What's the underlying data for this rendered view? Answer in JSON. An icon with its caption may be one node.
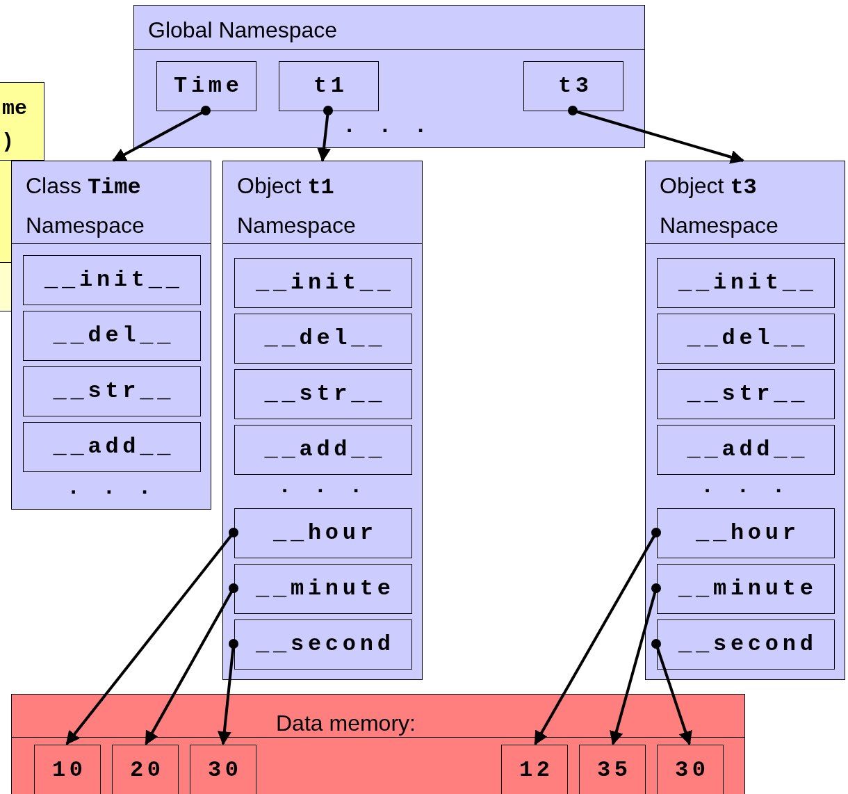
{
  "diagram": {
    "nodes": [
      {
        "text": [
          "me",
          ")"
        ]
      },
      {
        "text": [
          "Global Namespace"
        ]
      },
      {
        "text": [
          "Time"
        ],
        "in": 1
      },
      {
        "text": [
          "t1"
        ],
        "in": 1
      },
      {
        "text": [
          "t3"
        ],
        "in": 1
      },
      {
        "text": [
          "Class **Time** Namespace"
        ]
      },
      {
        "text": [
          "__init__"
        ],
        "in": 5
      },
      {
        "text": [
          "__del__"
        ],
        "in": 5
      },
      {
        "text": [
          "__str__"
        ],
        "in": 5
      },
      {
        "text": [
          "__add__"
        ],
        "in": 5
      },
      {
        "text": [
          "Object **t1** Namespace"
        ]
      },
      {
        "text": [
          "__init__"
        ],
        "in": 10
      },
      {
        "text": [
          "__del__"
        ],
        "in": 10
      },
      {
        "text": [
          "__str__"
        ],
        "in": 10
      },
      {
        "text": [
          "__add__"
        ],
        "in": 10
      },
      {
        "text": [
          "__hour"
        ],
        "in": 10
      },
      {
        "text": [
          "__minute"
        ],
        "in": 10
      },
      {
        "text": [
          "__second"
        ],
        "in": 10
      },
      {
        "text": [
          "Object **t3** Namespace"
        ]
      },
      {
        "text": [
          "__init__"
        ],
        "in": 18
      },
      {
        "text": [
          "__del__"
        ],
        "in": 18
      },
      {
        "text": [
          "__str__"
        ],
        "in": 18
      },
      {
        "text": [
          "__add__"
        ],
        "in": 18
      },
      {
        "text": [
          "__hour"
        ],
        "in": 18
      },
      {
        "text": [
          "__minute"
        ],
        "in": 18
      },
      {
        "text": [
          "__second"
        ],
        "in": 18
      },
      {
        "text": [
          "Data memory:"
        ]
      },
      {
        "text": [
          "10"
        ],
        "in": 26
      },
      {
        "text": [
          "20"
        ],
        "in": 26
      },
      {
        "text": [
          "30"
        ],
        "in": 26
      },
      {
        "text": [
          "12"
        ],
        "in": 26
      },
      {
        "text": [
          "35"
        ],
        "in": 26
      },
      {
        "text": [
          "30"
        ],
        "in": 26
      }
    ],
    "edges": [
      {
        "from": 2,
        "to": 5,
        "arrow": "to"
      },
      {
        "from": 3,
        "to": 10,
        "arrow": "to"
      },
      {
        "from": 4,
        "to": 18,
        "arrow": "to"
      },
      {
        "from": 15,
        "to": 27,
        "arrow": "to"
      },
      {
        "from": 16,
        "to": 28,
        "arrow": "to"
      },
      {
        "from": 17,
        "to": 29,
        "arrow": "to"
      },
      {
        "from": 23,
        "to": 30,
        "arrow": "to"
      },
      {
        "from": 24,
        "to": 31,
        "arrow": "to"
      },
      {
        "from": 25,
        "to": 32,
        "arrow": "to"
      }
    ],
    "labels": [
      ". . .",
      ". . .",
      ". . .",
      ". . ."
    ]
  }
}
